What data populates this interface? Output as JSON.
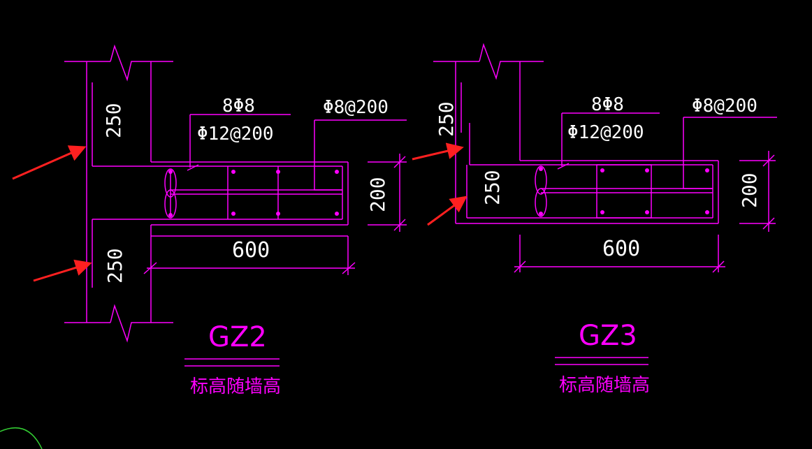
{
  "drawing": {
    "background_color": "#000000",
    "line_color": "#ff00ff",
    "text_color": "#ffffff",
    "arrow_color": "#ff2020"
  },
  "gz2": {
    "title": "GZ2",
    "note": "标高随墙高",
    "dim_top_250": "250",
    "dim_bottom_250": "250",
    "dim_600": "600",
    "dim_200": "200",
    "rebar_main": "8Φ8",
    "rebar_stirrup": "Φ12@200",
    "rebar_tie": "Φ8@200"
  },
  "gz3": {
    "title": "GZ3",
    "note": "标高随墙高",
    "dim_top_250": "250",
    "dim_mid_250": "250",
    "dim_600": "600",
    "dim_200": "200",
    "rebar_main": "8Φ8",
    "rebar_stirrup": "Φ12@200",
    "rebar_tie": "Φ8@200"
  }
}
